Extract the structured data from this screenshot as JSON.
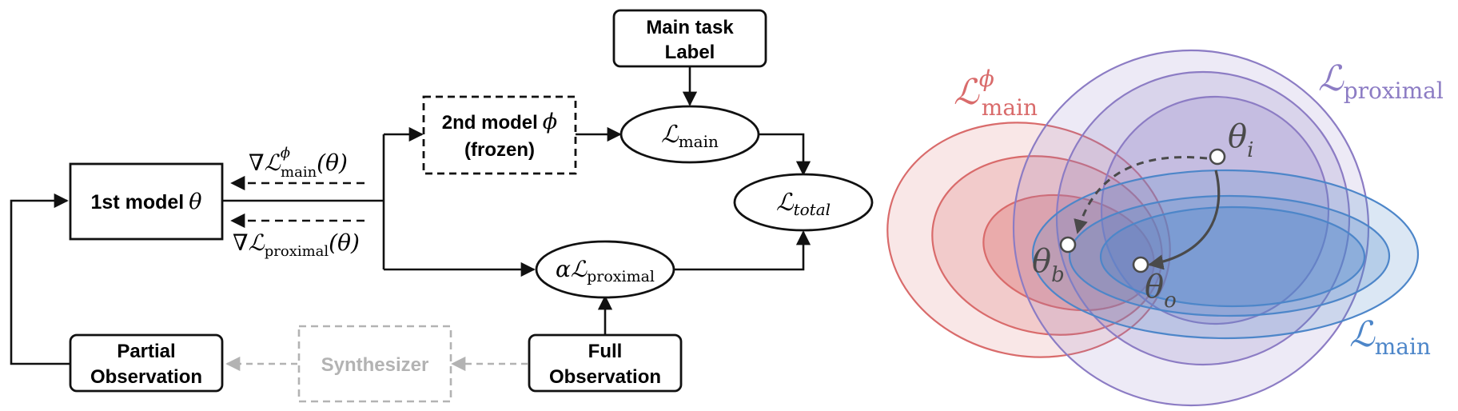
{
  "colors": {
    "red": "#d96b6b",
    "purple": "#8c7cc4",
    "blue": "#4d86c9",
    "gray": "#b3b3b3",
    "black": "#111111"
  },
  "flowchart": {
    "first_model": {
      "label": "1st model",
      "symbol": "θ"
    },
    "second_model": {
      "line1": "2nd model",
      "symbol": "ϕ",
      "line2": "(frozen)"
    },
    "main_task": {
      "line1": "Main task",
      "line2": "Label"
    },
    "partial_obs": {
      "line1": "Partial",
      "line2": "Observation"
    },
    "synthesizer": {
      "label": "Synthesizer"
    },
    "full_obs": {
      "line1": "Full",
      "line2": "Observation"
    },
    "loss_main": {
      "script": "ℒ",
      "sub": "main"
    },
    "loss_total": {
      "script": "ℒ",
      "sub": "total"
    },
    "loss_proximal": {
      "alpha": "α",
      "script": "ℒ",
      "sub": "proximal"
    },
    "grad_main": {
      "nabla": "∇",
      "script": "ℒ",
      "sup": "ϕ",
      "sub": "main",
      "arg": "(θ)"
    },
    "grad_proximal": {
      "nabla": "∇",
      "script": "ℒ",
      "sub": "proximal",
      "arg": "(θ)"
    }
  },
  "landscape": {
    "label_main_phi": {
      "script": "ℒ",
      "sup": "ϕ",
      "sub": "main"
    },
    "label_proximal": {
      "script": "ℒ",
      "sub": "proximal"
    },
    "label_main": {
      "script": "ℒ",
      "sub": "main"
    },
    "theta_i": {
      "sym": "θ",
      "sub": "i"
    },
    "theta_b": {
      "sym": "θ",
      "sub": "b"
    },
    "theta_o": {
      "sym": "θ",
      "sub": "o"
    }
  }
}
